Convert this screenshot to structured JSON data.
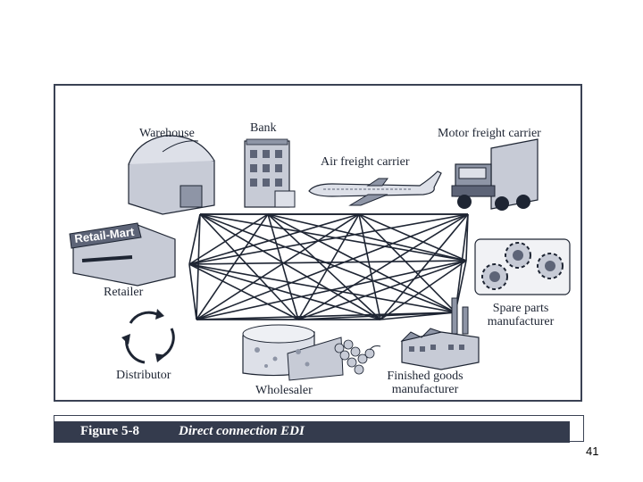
{
  "nodes": {
    "warehouse": "Warehouse",
    "bank": "Bank",
    "air_freight": "Air freight carrier",
    "motor_freight": "Motor freight carrier",
    "retailer": "Retailer",
    "spare_parts_line1": "Spare parts",
    "spare_parts_line2": "manufacturer",
    "distributor": "Distributor",
    "wholesaler": "Wholesaler",
    "finished_goods_line1": "Finished goods",
    "finished_goods_line2": "manufacturer"
  },
  "store_sign": "Retail-Mart",
  "caption": {
    "figure_number": "Figure 5-8",
    "title": "Direct connection EDI"
  },
  "page_number": "41",
  "colors": {
    "ink": "#1e2533",
    "caption_bar": "#343b4d",
    "light_fill": "#c7cbd6",
    "mid_fill": "#8e95a6"
  }
}
